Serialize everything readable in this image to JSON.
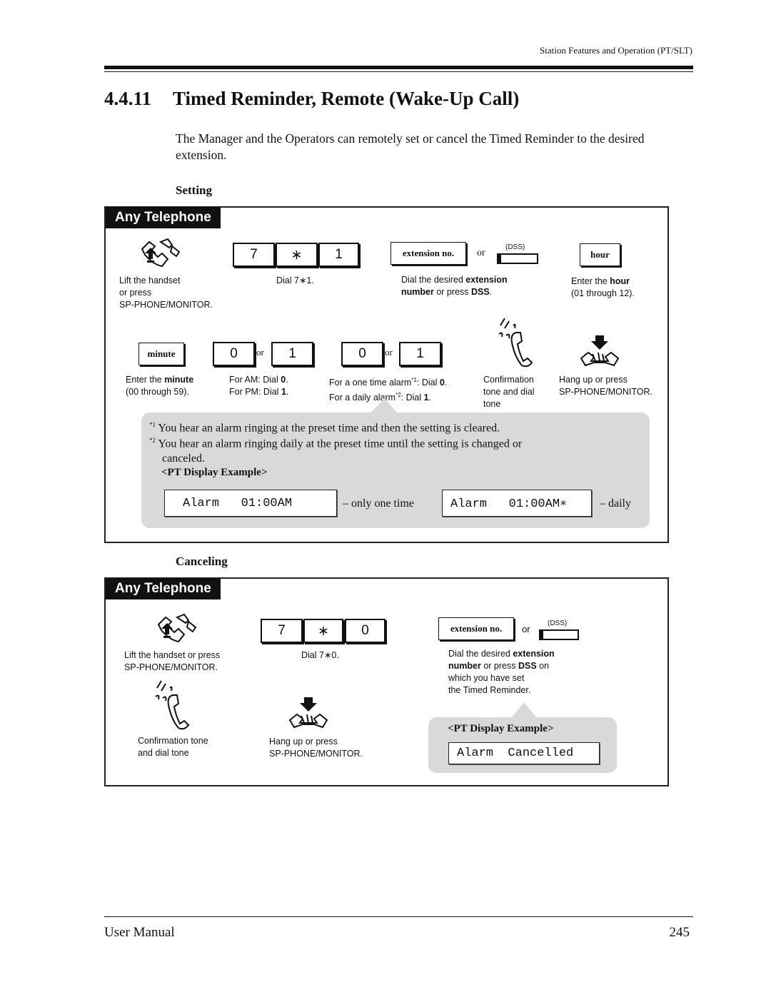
{
  "header": {
    "running_title": "Station Features and Operation (PT/SLT)"
  },
  "section": {
    "number": "4.4.11",
    "title": "Timed Reminder, Remote (Wake-Up Call)",
    "intro": "The Manager and the Operators can remotely set or cancel the Timed Reminder to the desired extension."
  },
  "setting": {
    "heading": "Setting",
    "tag": "Any Telephone",
    "step_lift": [
      "Lift the handset",
      "or press",
      "SP-PHONE/MONITOR."
    ],
    "keys": [
      "7",
      "∗",
      "1"
    ],
    "dial_caption": "Dial 7∗1.",
    "ext_key": "extension no.",
    "or": "or",
    "dss_label": "(DSS)",
    "ext_caption": [
      "Dial the desired ",
      "extension",
      "number",
      " or press ",
      "DSS",
      "."
    ],
    "hour_key": "hour",
    "hour_caption": [
      "Enter the ",
      "hour",
      "(01 through 12)."
    ],
    "minute_key": "minute",
    "minute_caption": [
      "Enter the ",
      "minute",
      "(00 through 59)."
    ],
    "ampm_keys": [
      "0",
      "1"
    ],
    "ampm_caption": [
      "For AM: Dial ",
      "0",
      ".",
      "For PM: Dial ",
      "1",
      "."
    ],
    "alarm_keys": [
      "0",
      "1"
    ],
    "alarm_caption": [
      "For a one time alarm",
      "*1",
      ": Dial ",
      "0",
      ".",
      "For a daily alarm",
      "*2",
      ": Dial ",
      "1",
      "."
    ],
    "confirm_caption": [
      "Confirmation",
      "tone and dial",
      "tone"
    ],
    "hangup_caption": [
      "Hang up or press",
      "SP-PHONE/MONITOR."
    ],
    "notes": [
      {
        "mark": "*1",
        "text": "You hear an alarm ringing at the preset time and then the setting is cleared."
      },
      {
        "mark": "*2",
        "text": "You hear an alarm ringing daily at the preset time until the setting is changed or",
        "cont": "canceled."
      }
    ],
    "display_heading": "<PT Display Example>",
    "display_one_time": "Alarm   01:00AM",
    "display_one_time_label": "–  only one time",
    "display_daily": "Alarm   01:00AM∗",
    "display_daily_label": "–  daily"
  },
  "canceling": {
    "heading": "Canceling",
    "tag": "Any Telephone",
    "lift_caption": [
      "Lift the handset or press",
      "SP-PHONE/MONITOR."
    ],
    "keys": [
      "7",
      "∗",
      "0"
    ],
    "dial_caption": "Dial 7∗0.",
    "ext_key": "extension no.",
    "or": "or",
    "dss_label": "(DSS)",
    "ext_caption": [
      "Dial the desired ",
      "extension",
      "number",
      " or press ",
      "DSS",
      " on",
      "which you have set",
      "the Timed Reminder."
    ],
    "confirm_caption": [
      "Confirmation tone",
      "and dial tone"
    ],
    "hangup_caption": [
      "Hang up or press",
      "SP-PHONE/MONITOR."
    ],
    "display_heading": "<PT Display Example>",
    "display": "Alarm  Cancelled"
  },
  "footer": {
    "left": "User Manual",
    "page": "245"
  }
}
